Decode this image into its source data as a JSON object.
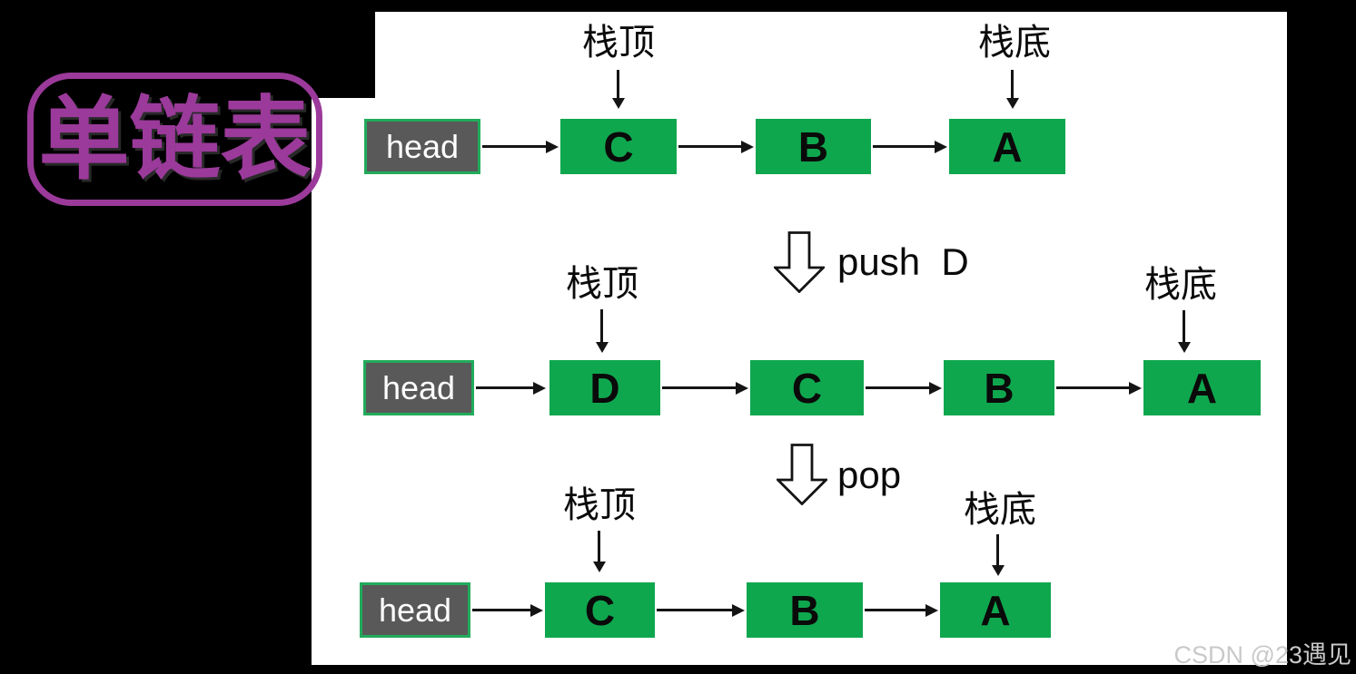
{
  "title": {
    "label": "单链表"
  },
  "watermark": {
    "text": "CSDN @23遇见"
  },
  "operations": [
    {
      "label": "push  D"
    },
    {
      "label": "pop"
    }
  ],
  "rows": [
    {
      "head": "head",
      "top_pointer": "栈顶",
      "bottom_pointer": "栈底",
      "nodes": [
        "C",
        "B",
        "A"
      ]
    },
    {
      "head": "head",
      "top_pointer": "栈顶",
      "bottom_pointer": "栈底",
      "nodes": [
        "D",
        "C",
        "B",
        "A"
      ]
    },
    {
      "head": "head",
      "top_pointer": "栈顶",
      "bottom_pointer": "栈底",
      "nodes": [
        "C",
        "B",
        "A"
      ]
    }
  ],
  "colors": {
    "node_green": "#0fa74e",
    "head_fill_gray": "#595959",
    "head_border_green": "#22ab5b",
    "badge_purple": "#9b3a9b",
    "ink_black": "#141414",
    "watermark_gray": "#c9c9c9"
  }
}
